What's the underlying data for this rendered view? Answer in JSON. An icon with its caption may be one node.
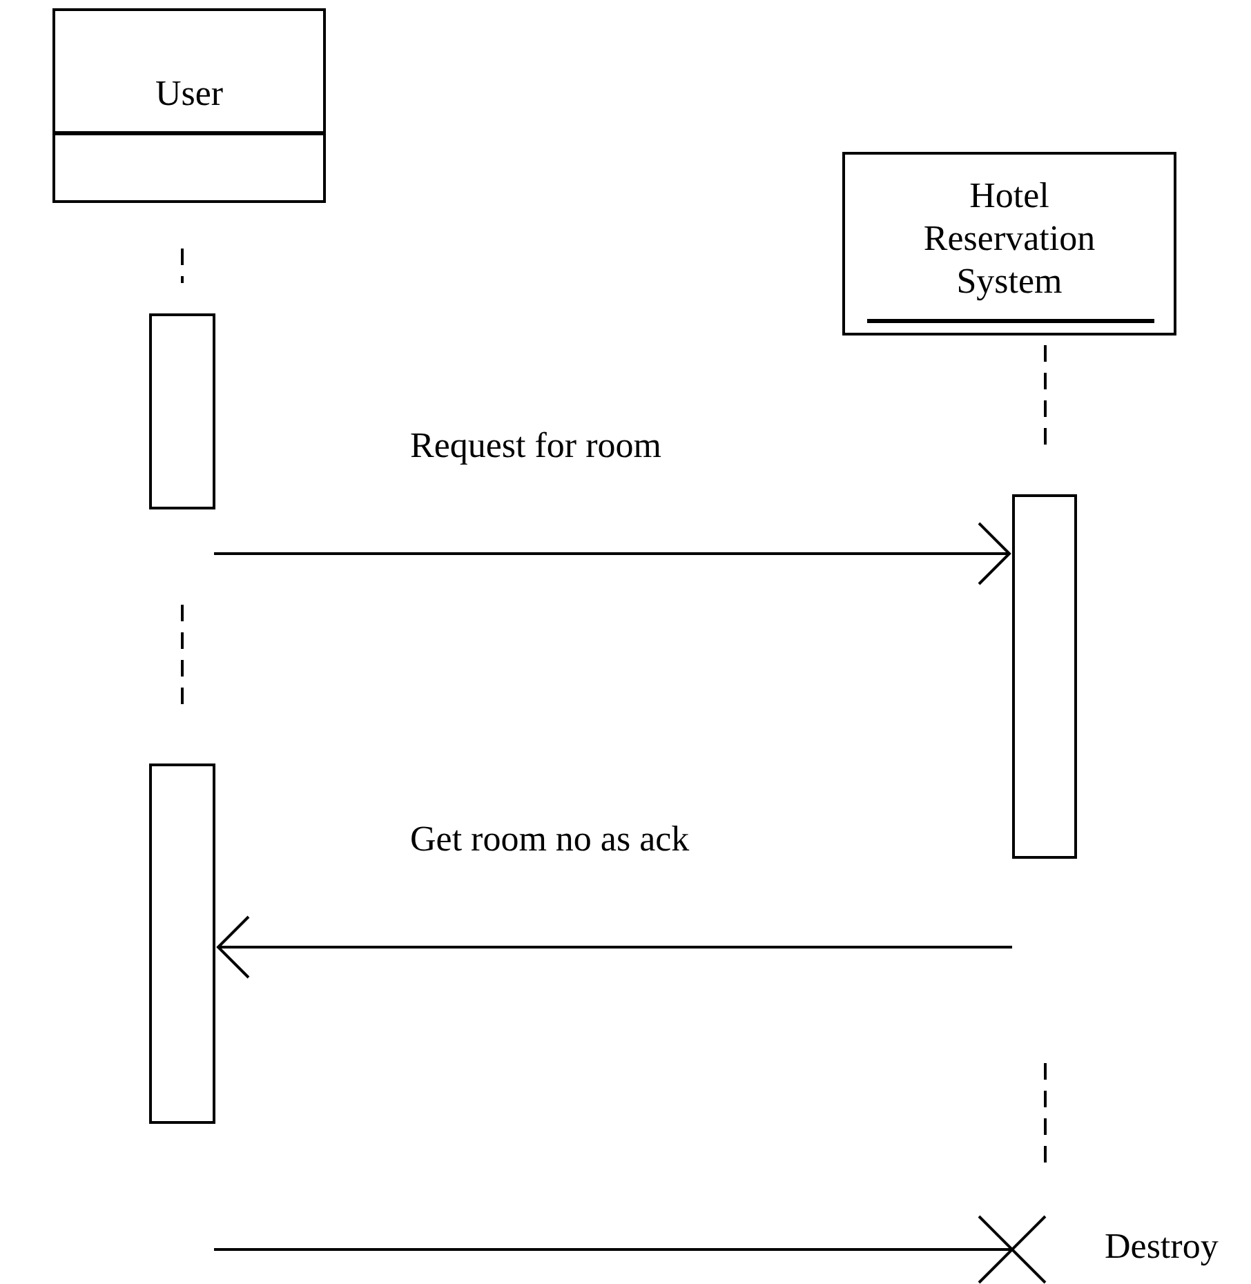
{
  "diagram": {
    "nodes": [
      {
        "text": [
          "User"
        ]
      },
      {
        "text": [
          "Hotel Reservation System"
        ]
      },
      {
        "text": [],
        "shape": "bar"
      },
      {
        "text": [],
        "shape": "bar"
      },
      {
        "text": [],
        "shape": "bar"
      },
      {
        "text": [],
        "shape": "cross",
        "beside": [
          "Destroy"
        ]
      }
    ],
    "edges": [
      {
        "from": null,
        "to": 3,
        "arrow": "to",
        "label": "Request for room"
      },
      {
        "from": null,
        "to": 4,
        "arrow": "to",
        "label": "Get room no as ack"
      },
      {
        "from": null,
        "to": 5,
        "arrow": "none"
      }
    ]
  }
}
